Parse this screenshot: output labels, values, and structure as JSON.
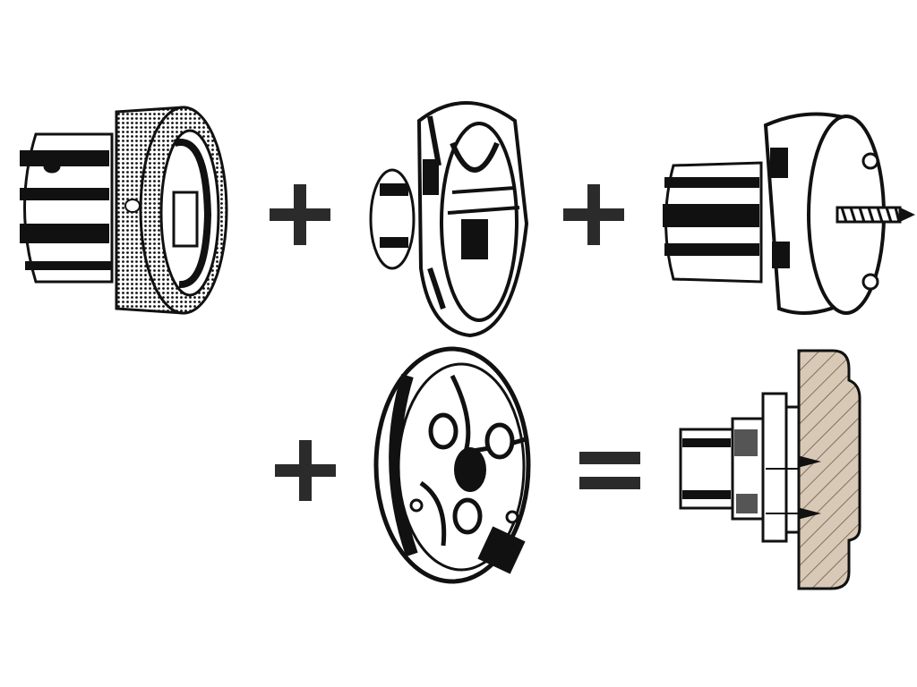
{
  "figure": {
    "background": "#ffffff",
    "ink": "#111111",
    "operator_color": "#2b2b2b",
    "wood_color": "#d8c8b6",
    "parts": [
      {
        "id": "chuck-body",
        "icon": "knurled-chuck-body-icon"
      },
      {
        "id": "split-ring",
        "icon": "split-ring-icon"
      },
      {
        "id": "screw-chuck",
        "icon": "screw-chuck-icon"
      },
      {
        "id": "faceplate",
        "icon": "faceplate-icon"
      },
      {
        "id": "assembled-on-wood",
        "icon": "assembled-chuck-on-wood-icon"
      }
    ],
    "operators": [
      "plus",
      "plus",
      "plus",
      "equals"
    ]
  }
}
